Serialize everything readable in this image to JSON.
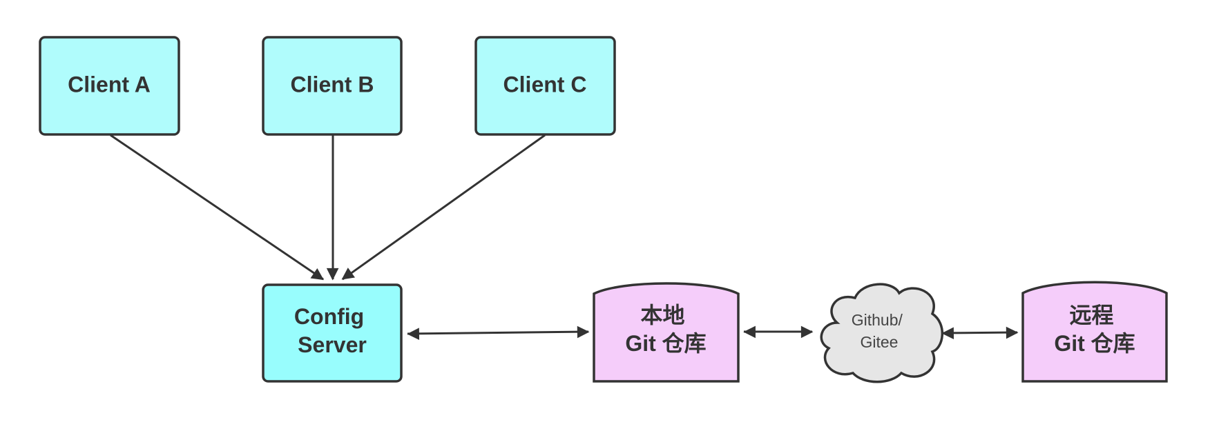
{
  "nodes": {
    "client_a": {
      "label": "Client A"
    },
    "client_b": {
      "label": "Client B"
    },
    "client_c": {
      "label": "Client C"
    },
    "config_server": {
      "lines": [
        "Config",
        "Server"
      ]
    },
    "local_repo": {
      "lines": [
        "本地",
        "Git 仓库"
      ]
    },
    "cloud": {
      "lines": [
        "Github/",
        "Gitee"
      ]
    },
    "remote_repo": {
      "lines": [
        "远程",
        "Git 仓库"
      ]
    }
  },
  "edges": [
    {
      "from": "Client A",
      "to": "Config Server",
      "direction": "forward"
    },
    {
      "from": "Client B",
      "to": "Config Server",
      "direction": "forward"
    },
    {
      "from": "Client C",
      "to": "Config Server",
      "direction": "forward"
    },
    {
      "from": "Config Server",
      "to": "本地 Git 仓库",
      "direction": "both"
    },
    {
      "from": "本地 Git 仓库",
      "to": "Github/ Gitee",
      "direction": "both"
    },
    {
      "from": "Github/ Gitee",
      "to": "远程 Git 仓库",
      "direction": "both"
    }
  ],
  "colors": {
    "client_fill": "#b0fcfc",
    "server_fill": "#98fdfd",
    "repo_fill": "#f5cdfa",
    "cloud_fill": "#e6e6e6",
    "stroke": "#333333"
  }
}
